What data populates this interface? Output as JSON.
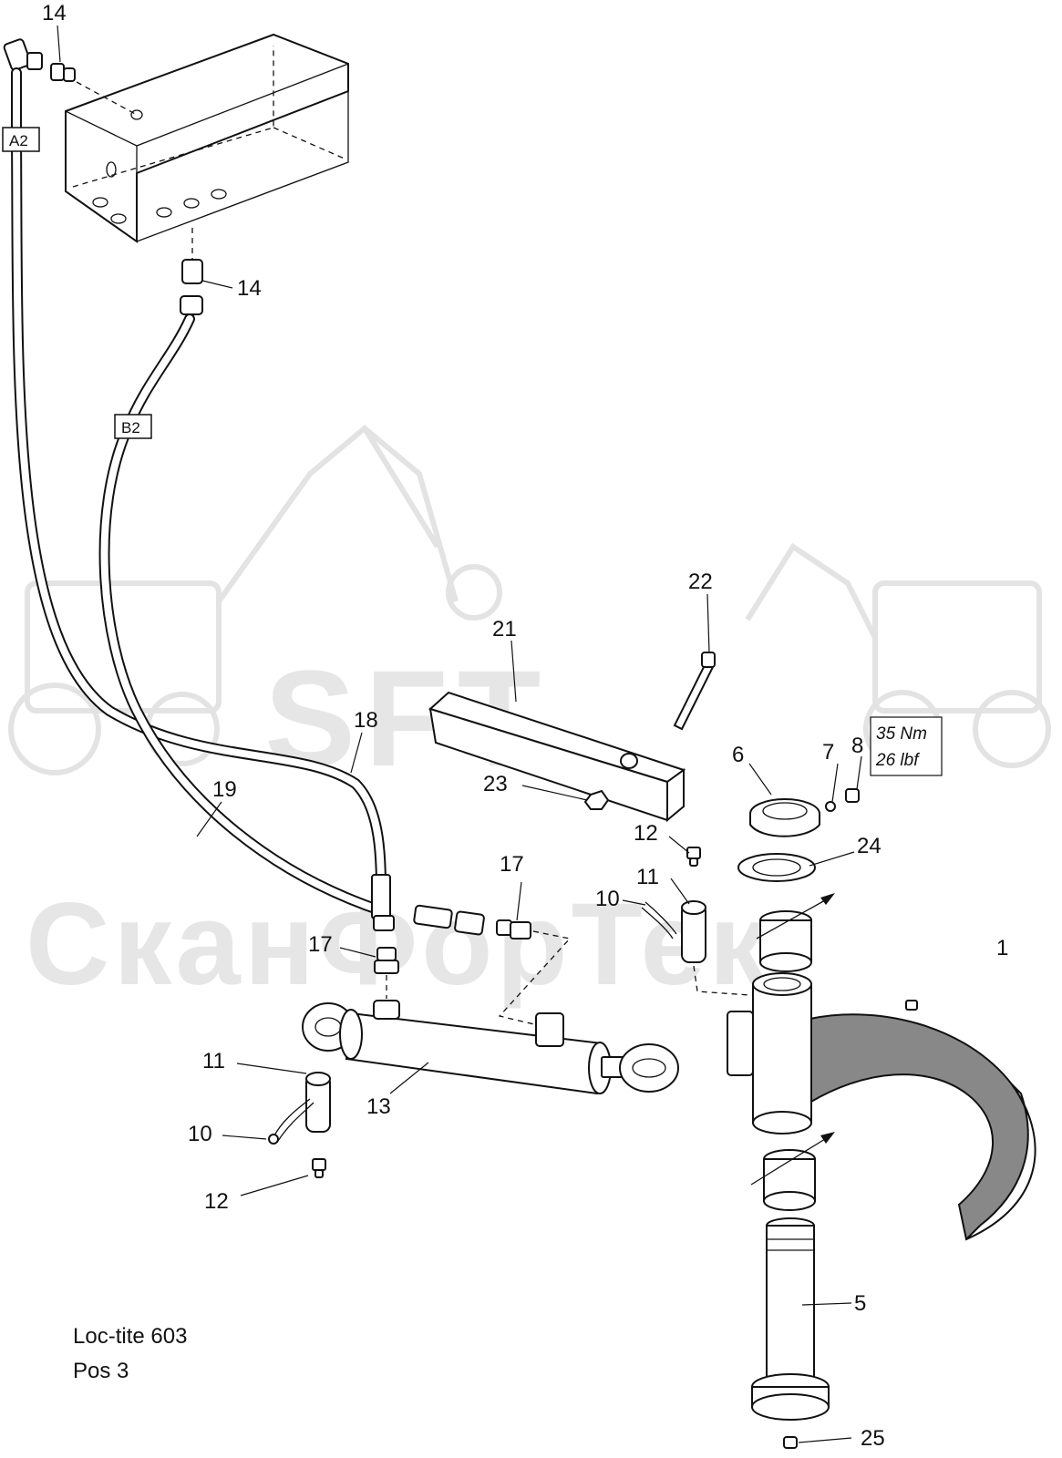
{
  "watermark": {
    "brand": "SFT",
    "company": "СканФорТек"
  },
  "hose_tags": {
    "a2": "A2",
    "b2": "B2"
  },
  "labels": {
    "p14_top": "14",
    "p14_mid": "14",
    "p22": "22",
    "p21": "21",
    "p18": "18",
    "p19": "19",
    "p6": "6",
    "p7": "7",
    "p8": "8",
    "p23": "23",
    "p24": "24",
    "p12_upper": "12",
    "p17_upper": "17",
    "p11_upper": "11",
    "p10_upper": "10",
    "p17_lower": "17",
    "p1": "1",
    "p11_lower": "11",
    "p13": "13",
    "p10_lower": "10",
    "p12_lower": "12",
    "p5": "5",
    "p25": "25"
  },
  "torque": {
    "nm": "35 Nm",
    "lbf": "26 lbf"
  },
  "notes": {
    "line1": "Loc-tite 603",
    "line2": "Pos 3"
  }
}
